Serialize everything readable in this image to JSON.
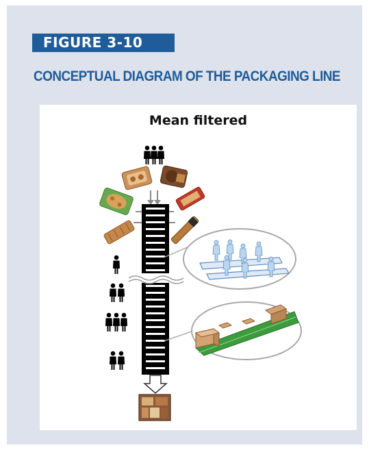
{
  "figure_label": "FIGURE 3-10",
  "figure_title": "CONCEPTUAL DIAGRAM OF THE PACKAGING LINE",
  "diagram": {
    "caption": "Mean filtered"
  },
  "colors": {
    "accent": "#1f5c99",
    "panel_background": "#dde2ec",
    "card_background": "#ffffff",
    "line_black": "#000000"
  },
  "icons": [
    "person-group-icon",
    "single-person-icon",
    "cookie-package-icon",
    "worker-station-icon",
    "conveyor-belt-icon",
    "output-box-icon",
    "down-arrow-icon"
  ]
}
